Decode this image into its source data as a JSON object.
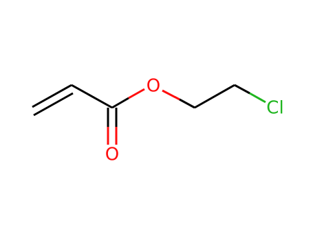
{
  "molecule": {
    "atoms": {
      "o_ester": {
        "label": "O",
        "color": "#ff0d0d"
      },
      "o_carbonyl": {
        "label": "O",
        "color": "#ff0d0d"
      },
      "cl": {
        "label": "Cl",
        "color": "#1fb51f"
      }
    },
    "bond_colors": {
      "carbon": "#000000",
      "oxygen": "#ff0d0d",
      "chlorine": "#1fb51f"
    }
  }
}
